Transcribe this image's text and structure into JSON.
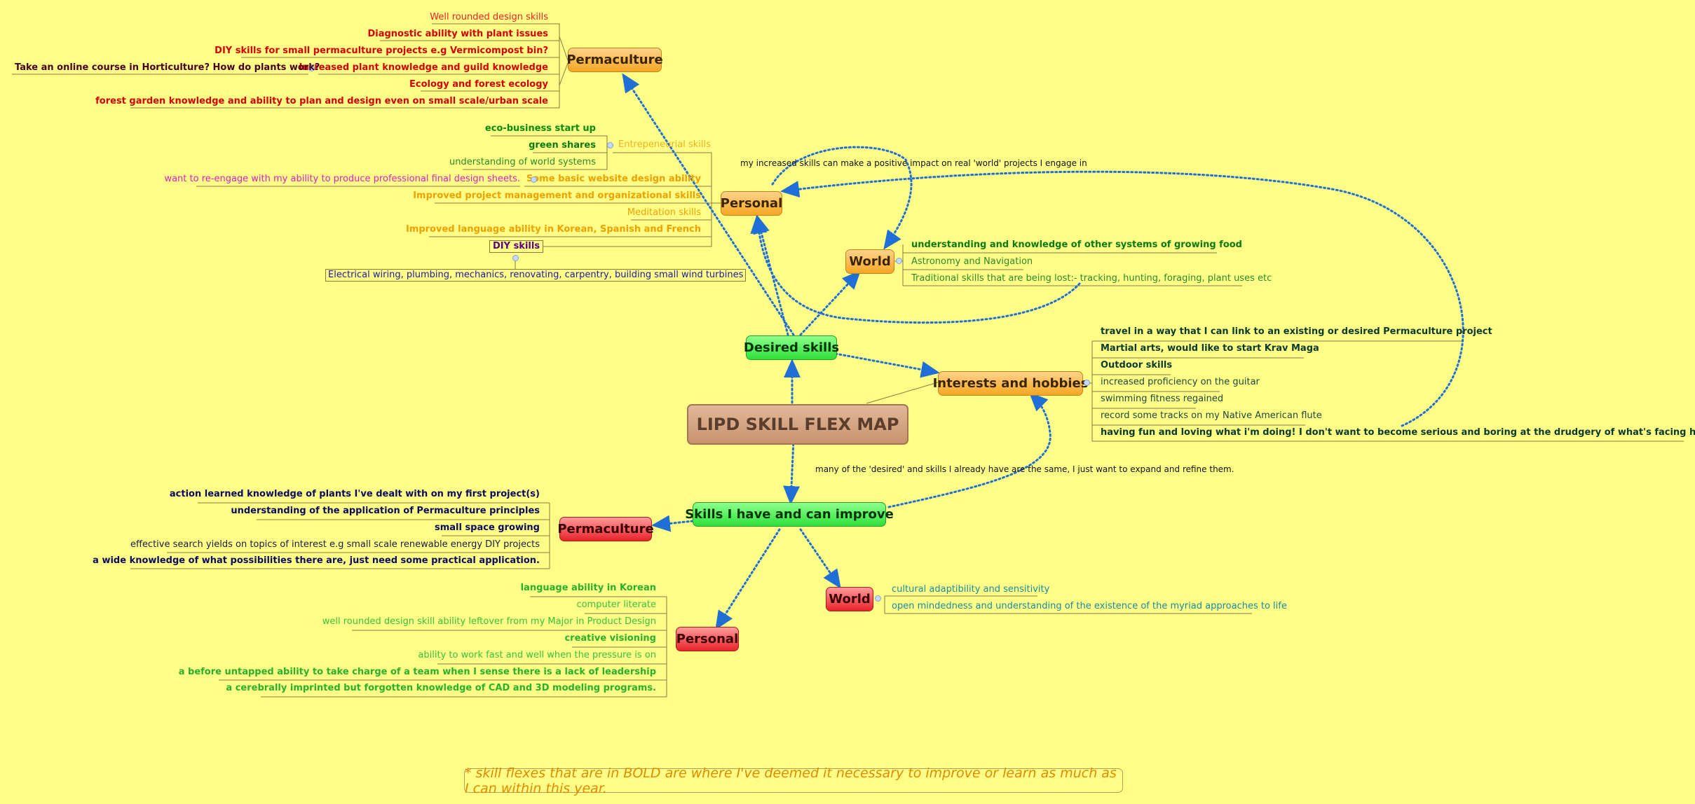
{
  "central": "LIPD SKILL FLEX MAP",
  "desired": {
    "label": "Desired skills",
    "permaculture": {
      "label": "Permaculture",
      "items": [
        "Well rounded design skills",
        "Diagnostic ability with plant issues",
        "DIY skills for small permaculture projects e.g Vermicompost bin?",
        "Increased plant knowledge and guild knowledge",
        "Ecology and forest ecology",
        "forest garden knowledge and ability to plan and design even on small scale/urban scale"
      ],
      "sub_note": "Take an online course in Horticulture? How do plants work?"
    },
    "personal": {
      "label": "Personal",
      "entrepreneurial": "Entrepeneurial skills",
      "entre_items": [
        "eco-business start up",
        "green shares",
        "understanding of world systems"
      ],
      "items": [
        "Some basic website design ability",
        "Improved project management and organizational skills",
        "Meditation skills",
        "Improved language ability in Korean, Spanish and French",
        "DIY skills"
      ],
      "website_note": "want to re-engage with my ability to produce professional final design sheets.",
      "diy_detail": "Electrical wiring, plumbing, mechanics, renovating, carpentry, building small wind turbines"
    },
    "world": {
      "label": "World",
      "items": [
        "understanding and knowledge of other systems of growing food",
        "Astronomy and Navigation",
        "Traditional skills that are being lost:- tracking, hunting, foraging, plant uses etc"
      ]
    }
  },
  "interests": {
    "label": "Interests and hobbies",
    "items": [
      "travel in a way that I can link to an existing or desired Permaculture project",
      "Martial arts, would like to start Krav Maga",
      "Outdoor skills",
      "increased proficiency on the guitar",
      "swimming fitness regained",
      "record some tracks on my Native American flute",
      "having fun and loving what i'm doing! I don't want to become serious and boring at the drudgery of what's facing humans."
    ]
  },
  "have": {
    "label": "Skills I have and can improve",
    "permaculture": {
      "label": "Permaculture",
      "items": [
        "action learned knowledge of plants I've dealt with on my first project(s)",
        "understanding of the application of Permaculture principles",
        "small space growing",
        "effective search yields on topics of interest e.g small scale renewable energy DIY projects",
        "a wide knowledge of what possibilities there are, just need some practical application."
      ]
    },
    "personal": {
      "label": "Personal",
      "items": [
        "language ability in Korean",
        "computer literate",
        "well rounded design skill ability leftover from my Major in Product Design",
        "creative visioning",
        "ability to work fast and well when the pressure is on",
        "a before untapped ability to take charge of a team when I sense there is a lack of leadership",
        "a cerebrally imprinted but forgotten knowledge of CAD and 3D modeling programs."
      ]
    },
    "world": {
      "label": "World",
      "items": [
        "cultural adaptibility and sensitivity",
        "open mindedness and understanding of the existence of the myriad approaches to life"
      ]
    }
  },
  "relations": {
    "personal_world": "my increased skills can make a positive impact on real 'world' projects I engage in",
    "have_interests": "many of the 'desired' and skills I already have are the same, I just want to expand and refine them."
  },
  "footnote": "* skill flexes that are in BOLD are where I've deemed it necessary to improve or learn as much as I can within this year."
}
